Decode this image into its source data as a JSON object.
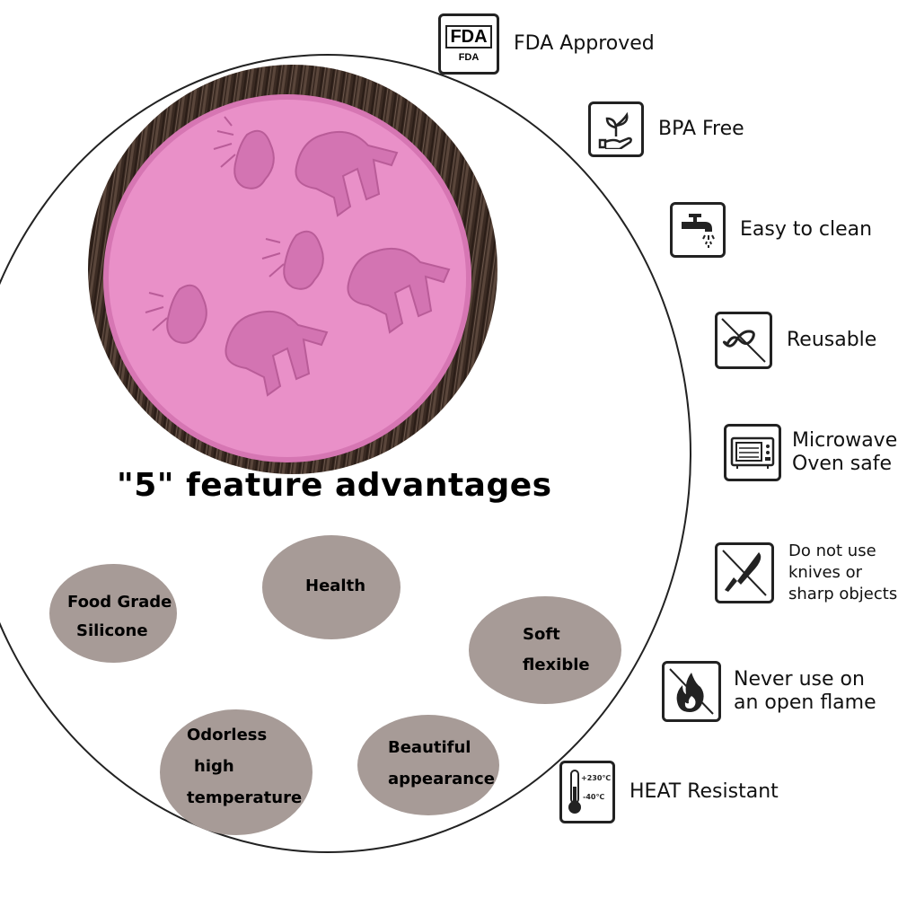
{
  "headline": "\"5\" feature advantages",
  "advantages": {
    "food_grade": [
      "Food Grade",
      "Silicone"
    ],
    "health": [
      "Health"
    ],
    "soft": [
      "Soft",
      "flexible"
    ],
    "odorless": [
      "Odorless",
      "high",
      "temperature"
    ],
    "beautiful": [
      "Beautiful",
      "appearance"
    ]
  },
  "features": [
    {
      "icon": "fda-icon",
      "label": "FDA Approved",
      "icon_text": [
        "FDA",
        "FDA"
      ]
    },
    {
      "icon": "bpa-free-icon",
      "label": "BPA Free"
    },
    {
      "icon": "faucet-icon",
      "label": "Easy to clean"
    },
    {
      "icon": "reusable-icon",
      "label": "Reusable"
    },
    {
      "icon": "microwave-icon",
      "lines": [
        "Microwave",
        "Oven safe"
      ]
    },
    {
      "icon": "no-knife-icon",
      "lines": [
        "Do not use",
        "knives or",
        "sharp objects"
      ]
    },
    {
      "icon": "no-flame-icon",
      "lines": [
        "Never use on",
        "an open flame"
      ]
    },
    {
      "icon": "thermometer-icon",
      "label": "HEAT Resistant",
      "icon_text": [
        "+230℃",
        "-40℃"
      ]
    }
  ],
  "colors": {
    "mold_pink": "#e990c8",
    "wood": "#3a2a22",
    "bubble": "#a79b97"
  }
}
